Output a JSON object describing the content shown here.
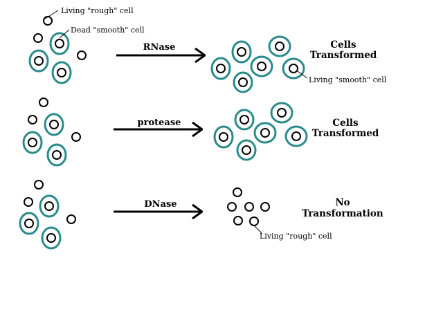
{
  "colors": {
    "capsule": "#2a8a8a",
    "core": "#000000",
    "background": "#ffffff"
  },
  "labels": {
    "living_rough_top": "Living \"rough\" cell",
    "dead_smooth": "Dead \"smooth\" cell",
    "living_smooth": "Living \"smooth\" cell",
    "living_rough_bottom": "Living \"rough\" cell"
  },
  "experiments": [
    {
      "enzyme": "RNase",
      "result_line1": "Cells",
      "result_line2": "Transformed"
    },
    {
      "enzyme": "protease",
      "result_line1": "Cells",
      "result_line2": "Transformed"
    },
    {
      "enzyme": "DNase",
      "result_line1": "No",
      "result_line2": "Transformation"
    }
  ]
}
